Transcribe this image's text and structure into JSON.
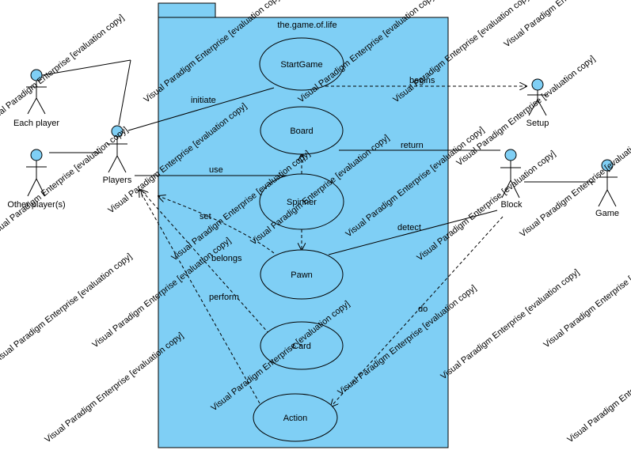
{
  "package": {
    "name": "the.game.of.life"
  },
  "use_cases": {
    "start_game": "StartGame",
    "board": "Board",
    "spinner": "Spinner",
    "pawn": "Pawn",
    "card": "Card",
    "action": "Action"
  },
  "actors": {
    "each_player": "Each player",
    "other_players": "Other player(s)",
    "players": "Players",
    "setup": "Setup",
    "block": "Block",
    "game": "Game"
  },
  "relations": {
    "initiate": "initiate",
    "begins": "begins",
    "return": "return",
    "use": "use",
    "set": "set",
    "detect": "detect",
    "belongs": "belongs",
    "perform": "perform",
    "do": "do"
  },
  "watermark": "Visual Paradigm Enterprise [evaluation copy]",
  "colors": {
    "fill": "#7fcff5",
    "stroke": "#000000",
    "watermark": "#8a8a8a"
  }
}
